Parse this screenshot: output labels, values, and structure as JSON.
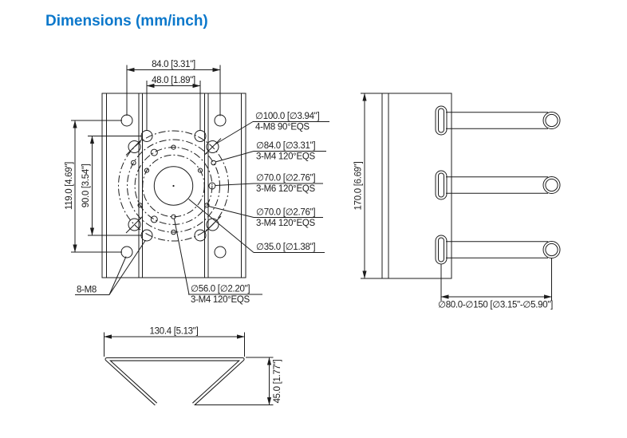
{
  "title": "Dimensions (mm/inch)",
  "colors": {
    "accent": "#0c78cb",
    "line": "#1c1c1c",
    "background": "#ffffff"
  },
  "front_view": {
    "dim_hole_spacing_outer_h": "84.0 [3.31\"]",
    "dim_hole_spacing_inner_h": "48.0 [1.89\"]",
    "dim_hole_spacing_outer_v": "119.0 [4.69\"]",
    "dim_hole_spacing_inner_v": "90.0 [3.54\"]",
    "thread_label": "8-M8",
    "callouts": {
      "c100": {
        "line1": "∅100.0 [∅3.94\"]",
        "line2": "4-M8 90°EQS"
      },
      "c84": {
        "line1": "∅84.0 [∅3.31\"]",
        "line2": "3-M4 120°EQS"
      },
      "c70m6": {
        "line1": "∅70.0 [∅2.76\"]",
        "line2": "3-M6 120°EQS"
      },
      "c70m4": {
        "line1": "∅70.0 [∅2.76\"]",
        "line2": "3-M4 120°EQS"
      },
      "c35": {
        "line1": "∅35.0 [∅1.38\"]"
      },
      "c56": {
        "line1": "∅56.0 [∅2.20\"]",
        "line2": "3-M4 120°EQS"
      }
    }
  },
  "side_view": {
    "dim_height": "170.0 [6.69\"]",
    "dim_pole_range": "∅80.0-∅150 [∅3.15\"-∅5.90\"]"
  },
  "bottom_view": {
    "dim_width": "130.4 [5.13\"]",
    "dim_depth": "45.0 [1.77\"]"
  }
}
